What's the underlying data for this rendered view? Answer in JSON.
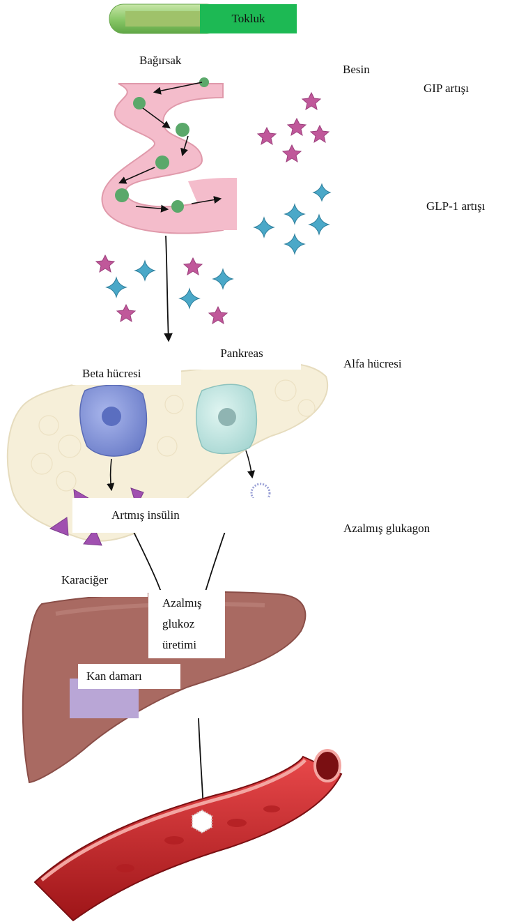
{
  "header": {
    "title": "Tokluk"
  },
  "labels": {
    "intestine": "Bağırsak",
    "food": "Besin",
    "gip": "GIP  artışı",
    "glp1": "GLP-1  artışı",
    "pancreas": "Pankreas",
    "beta_cell": "Beta hücresi",
    "alpha_cell": "Alfa  hücresi",
    "insulin": "Artmış insülin",
    "glucagon": "Azalmış glukagon",
    "liver": "Karaciğer",
    "glucose_line1": "Azalmış",
    "glucose_line2": "glukoz",
    "glucose_line3": "üretimi",
    "blood_vessel": "Kan damarı"
  },
  "colors": {
    "header_bg": "#1db954",
    "capsule": "#7cc15b",
    "intestine": "#f2b6c3",
    "gip_star": "#c0589a",
    "glp1_star": "#4aa8c8",
    "pancreas": "#f6efd9",
    "beta_cell": "#7d8fd4",
    "alpha_cell": "#b8e3df",
    "insulin_triangle": "#a050b0",
    "liver": "#a96a62",
    "liver_patch": "#b9a6d6",
    "vessel": "#c8262a"
  }
}
